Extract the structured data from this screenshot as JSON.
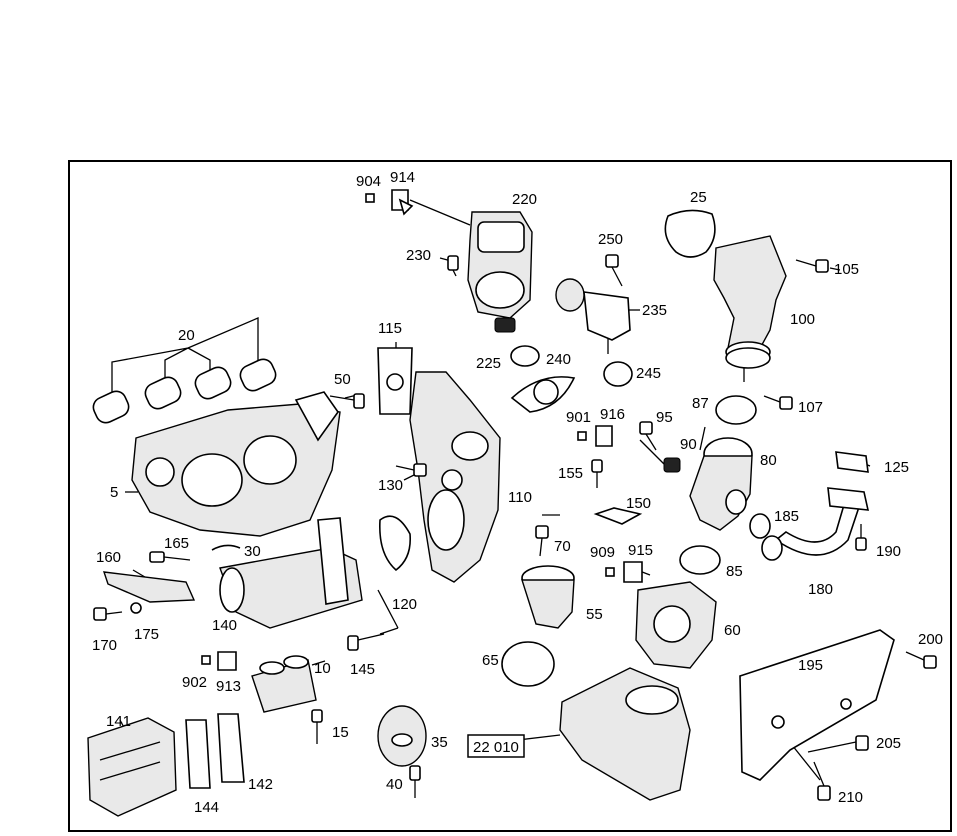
{
  "labels": [
    {
      "text": "904"
    },
    {
      "text": "914"
    },
    {
      "text": "220"
    },
    {
      "text": "25"
    },
    {
      "text": "230"
    },
    {
      "text": "250"
    },
    {
      "text": "105"
    },
    {
      "text": "235"
    },
    {
      "text": "100"
    },
    {
      "text": "20"
    },
    {
      "text": "115"
    },
    {
      "text": "225"
    },
    {
      "text": "240"
    },
    {
      "text": "245"
    },
    {
      "text": "50"
    },
    {
      "text": "87"
    },
    {
      "text": "107"
    },
    {
      "text": "901"
    },
    {
      "text": "916"
    },
    {
      "text": "95"
    },
    {
      "text": "90"
    },
    {
      "text": "80"
    },
    {
      "text": "125"
    },
    {
      "text": "5"
    },
    {
      "text": "130"
    },
    {
      "text": "110"
    },
    {
      "text": "155"
    },
    {
      "text": "150"
    },
    {
      "text": "185"
    },
    {
      "text": "70"
    },
    {
      "text": "190"
    },
    {
      "text": "160"
    },
    {
      "text": "165"
    },
    {
      "text": "30"
    },
    {
      "text": "909"
    },
    {
      "text": "915"
    },
    {
      "text": "85"
    },
    {
      "text": "180"
    },
    {
      "text": "55"
    },
    {
      "text": "120"
    },
    {
      "text": "60"
    },
    {
      "text": "140"
    },
    {
      "text": "170"
    },
    {
      "text": "175"
    },
    {
      "text": "200"
    },
    {
      "text": "145"
    },
    {
      "text": "65"
    },
    {
      "text": "195"
    },
    {
      "text": "10"
    },
    {
      "text": "902"
    },
    {
      "text": "913"
    },
    {
      "text": "141"
    },
    {
      "text": "15"
    },
    {
      "text": "35"
    },
    {
      "text": "205"
    },
    {
      "text": "142"
    },
    {
      "text": "144"
    },
    {
      "text": "40"
    },
    {
      "text": "210"
    }
  ],
  "boxed_label": {
    "text": "22 010"
  }
}
